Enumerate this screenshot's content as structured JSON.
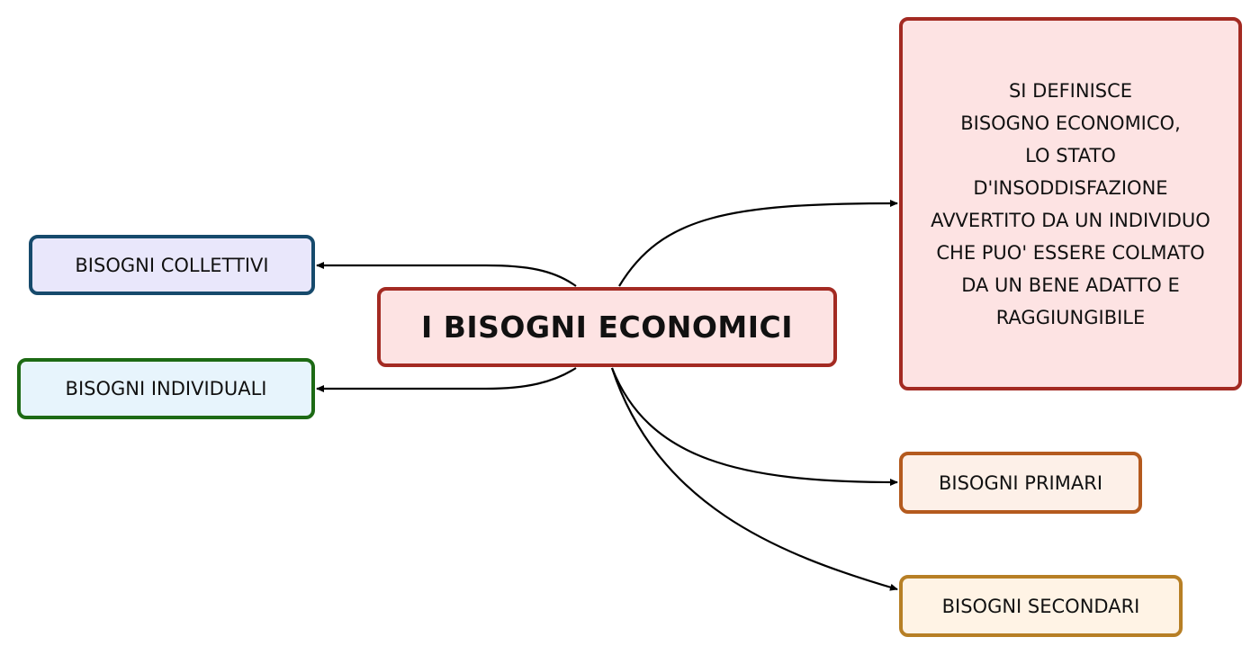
{
  "diagram": {
    "central": {
      "label": "I BISOGNI ECONOMICI",
      "border_color": "#a32a22",
      "fill_color": "#fde3e3"
    },
    "definition": {
      "text": "SI DEFINISCE\nBISOGNO ECONOMICO,\nLO STATO\nD'INSODDISFAZIONE\nAVVERTITO DA UN INDIVIDUO\nCHE PUO' ESSERE COLMATO\nDA UN BENE ADATTO E\nRAGGIUNGIBILE",
      "border_color": "#a32a22",
      "fill_color": "#fde3e3"
    },
    "branches": {
      "collettivi": {
        "label": "BISOGNI COLLETTIVI",
        "border_color": "#164a6c",
        "fill_color": "#e9e7fb"
      },
      "individuali": {
        "label": "BISOGNI INDIVIDUALI",
        "border_color": "#1d6a14",
        "fill_color": "#e7f4fc"
      },
      "primari": {
        "label": "BISOGNI PRIMARI",
        "border_color": "#b45a1e",
        "fill_color": "#fdf0e8"
      },
      "secondari": {
        "label": "BISOGNI SECONDARI",
        "border_color": "#b77f25",
        "fill_color": "#fff3e5"
      }
    },
    "connector_color": "#000000"
  }
}
